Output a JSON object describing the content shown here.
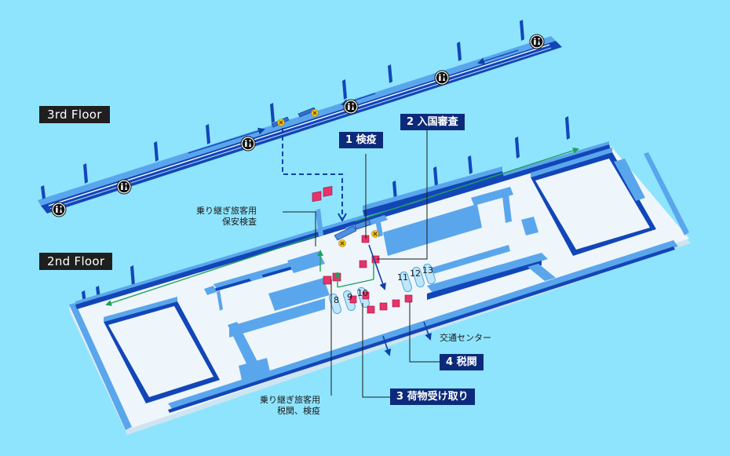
{
  "floors": {
    "third": "3rd Floor",
    "second": "2nd Floor"
  },
  "steps": {
    "quarantine": "1 検疫",
    "immigration": "2 入国審査",
    "baggage_claim": "3 荷物受け取り",
    "customs": "4 税関"
  },
  "notes": {
    "transfer_security_line1": "乗り継ぎ旅客用",
    "transfer_security_line2": "保安検査",
    "transfer_customs_line1": "乗り継ぎ旅客用",
    "transfer_customs_line2": "税関、検疫",
    "transport_center": "交通センター"
  },
  "baggage_belts": [
    "8",
    "9",
    "10",
    "11",
    "12",
    "13"
  ],
  "icons": {
    "restroom": "restroom-icon",
    "escalator": "escalator-icon",
    "no_entry": "no-entry-icon",
    "arrow": "direction-arrow-icon"
  },
  "colors": {
    "background": "#8ee4fd",
    "floor": "#eef6fb",
    "wall": "#1246b8",
    "wall_light": "#5aa6ec",
    "label_bg": "#0c2a7a",
    "checkpoint": "#e8336a",
    "route_green": "#1fa05a",
    "route_blue": "#0f3fa8"
  }
}
